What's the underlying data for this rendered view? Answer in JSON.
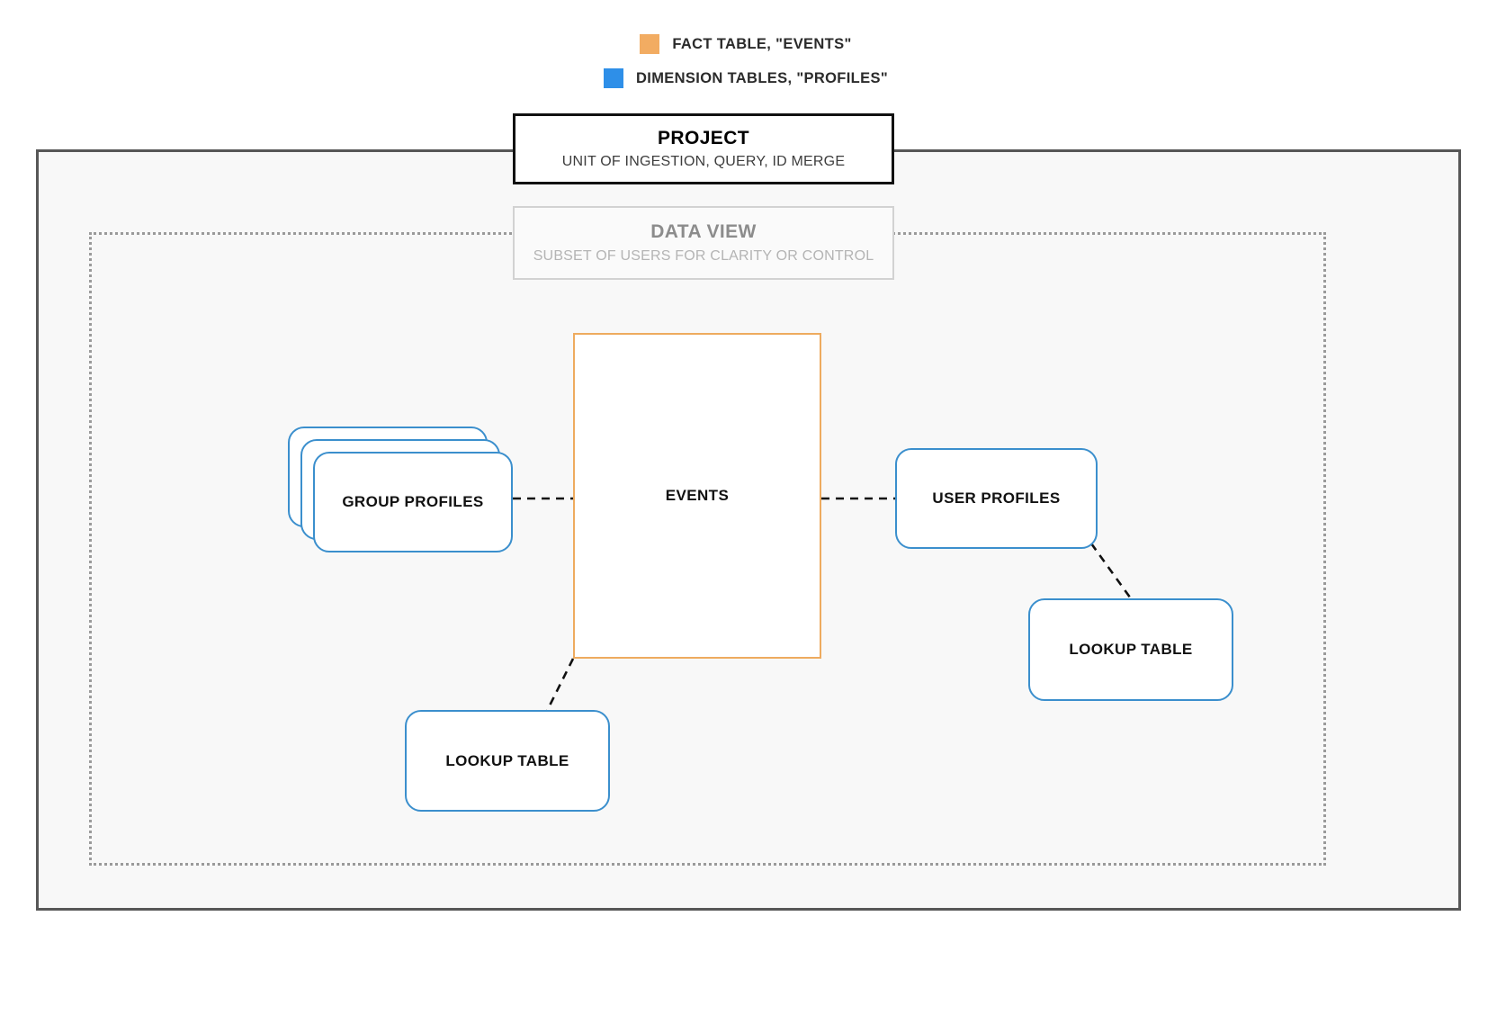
{
  "legend": {
    "items": [
      {
        "label": "FACT TABLE, \"EVENTS\"",
        "color": "#f2ac62",
        "icon": "orange-square-swatch"
      },
      {
        "label": "DIMENSION TABLES, \"PROFILES\"",
        "color": "#2e8fe8",
        "icon": "blue-square-swatch"
      }
    ]
  },
  "project": {
    "title": "PROJECT",
    "subtitle": "UNIT OF INGESTION, QUERY, ID MERGE",
    "border_color": "#111111"
  },
  "data_view": {
    "title": "DATA VIEW",
    "subtitle": "SUBSET OF USERS FOR CLARITY OR CONTROL",
    "border_color": "#d2d2d2"
  },
  "nodes": {
    "events": {
      "label": "EVENTS",
      "type": "fact-table",
      "border_color": "#eeab5f"
    },
    "group_profiles": {
      "label": "GROUP PROFILES",
      "type": "dimension-table-stack",
      "stack_count": 3,
      "border_color": "#3b8fcd"
    },
    "user_profiles": {
      "label": "USER PROFILES",
      "type": "dimension-table",
      "border_color": "#3b8fcd"
    },
    "lookup_table_left": {
      "label": "LOOKUP TABLE",
      "type": "dimension-table",
      "border_color": "#3b8fcd"
    },
    "lookup_table_right": {
      "label": "LOOKUP TABLE",
      "type": "dimension-table",
      "border_color": "#3b8fcd"
    }
  },
  "connectors": [
    {
      "from": "group_profiles",
      "to": "events",
      "style": "dashed",
      "color": "#111111"
    },
    {
      "from": "events",
      "to": "user_profiles",
      "style": "dashed",
      "color": "#111111"
    },
    {
      "from": "user_profiles",
      "to": "lookup_table_right",
      "style": "dashed",
      "color": "#111111"
    },
    {
      "from": "events",
      "to": "lookup_table_left",
      "style": "dashed",
      "color": "#111111"
    }
  ]
}
